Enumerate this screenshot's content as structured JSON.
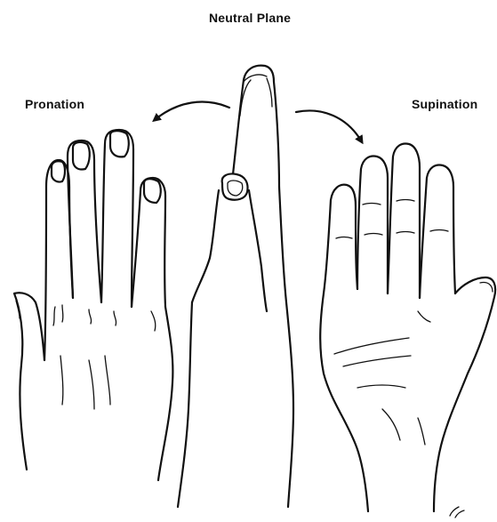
{
  "labels": {
    "neutral": "Neutral Plane",
    "pronation": "Pronation",
    "supination": "Supination"
  }
}
